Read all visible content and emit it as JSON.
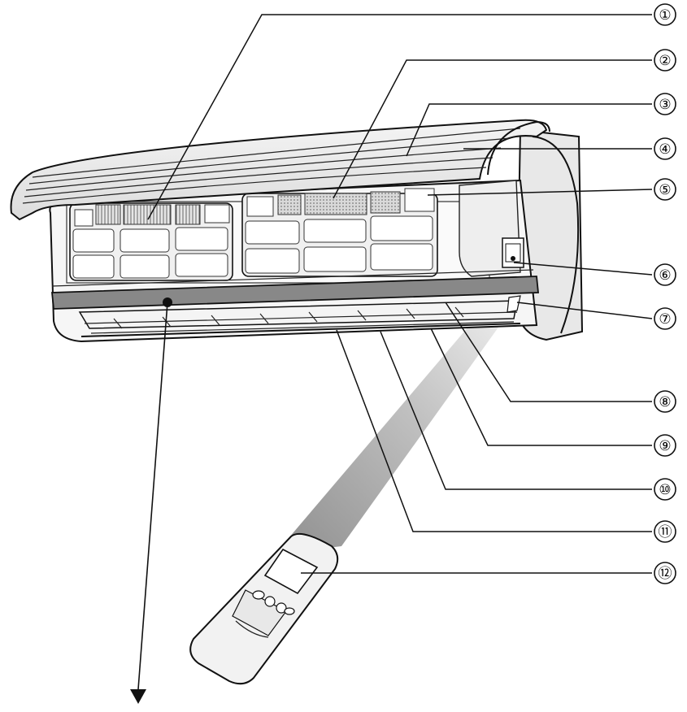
{
  "diagram": {
    "callouts": [
      {
        "label": "①",
        "part": "filter-mesh-left"
      },
      {
        "label": "②",
        "part": "filter-mesh-right"
      },
      {
        "label": "③",
        "part": "front-panel"
      },
      {
        "label": "④",
        "part": "front-panel-edge"
      },
      {
        "label": "⑤",
        "part": "air-intake-grille"
      },
      {
        "label": "⑥",
        "part": "indicator-window"
      },
      {
        "label": "⑦",
        "part": "signal-receiver"
      },
      {
        "label": "⑧",
        "part": "front-strip"
      },
      {
        "label": "⑨",
        "part": "horizontal-louver"
      },
      {
        "label": "⑩",
        "part": "vertical-louver"
      },
      {
        "label": "⑪",
        "part": "air-outlet"
      },
      {
        "label": "⑫",
        "part": "remote-control"
      }
    ]
  }
}
